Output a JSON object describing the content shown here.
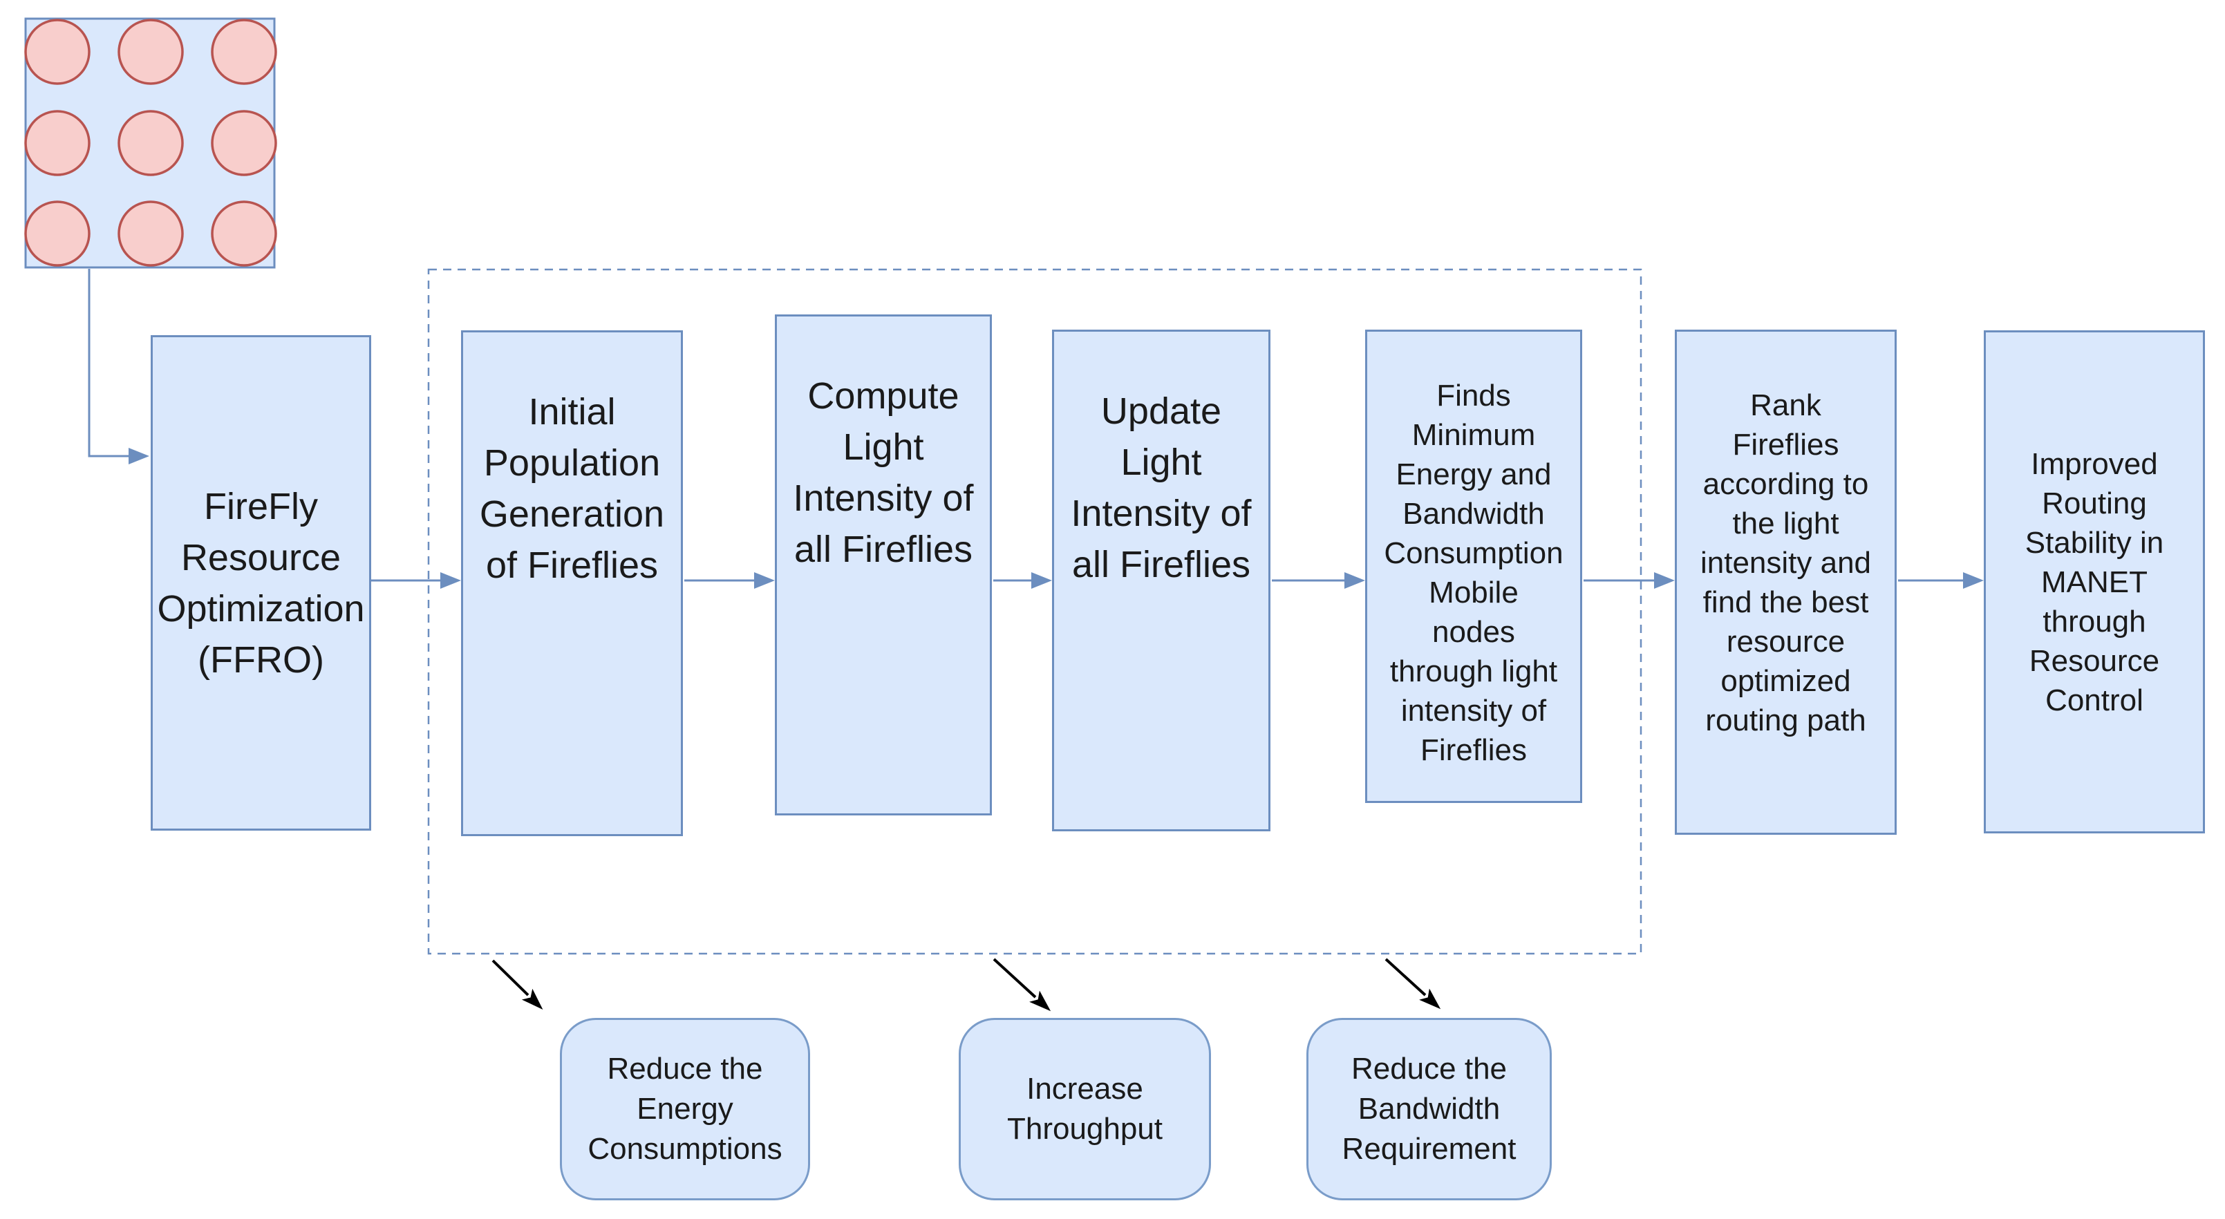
{
  "colors": {
    "background": "#ffffff",
    "box_fill": "#dae8fc",
    "box_stroke": "#6c8ebf",
    "obox_stroke": "#7a9cc9",
    "grid_fill": "#dae8fc",
    "node_fill": "#f8cecc",
    "node_stroke": "#b85450",
    "arrow_black": "#000000",
    "text": "#1a1a1a"
  },
  "grid_icon": {
    "rows": 3,
    "cols": 3,
    "description": "network-nodes-grid"
  },
  "process_boxes": [
    {
      "name": "ffro",
      "text": "FireFly\nResource\nOptimization\n(FFRO)"
    },
    {
      "name": "initial-population",
      "text": "Initial\nPopulation\nGeneration\nof Fireflies"
    },
    {
      "name": "compute-light-intensity",
      "text": "Compute\nLight\nIntensity of\nall Fireflies"
    },
    {
      "name": "update-light-intensity",
      "text": "Update\nLight\nIntensity of\nall Fireflies"
    },
    {
      "name": "find-minimum-consumption",
      "text": "Finds\nMinimum\nEnergy and\nBandwidth\nConsumption\nMobile\nnodes\nthrough light\nintensity of\nFireflies"
    },
    {
      "name": "rank-fireflies",
      "text": "Rank\nFireflies\naccording to\nthe light\nintensity and\nfind the best\nresource\noptimized\nrouting path"
    },
    {
      "name": "improved-routing-stability",
      "text": "Improved\nRouting\nStability in\nMANET\nthrough\nResource\nControl"
    }
  ],
  "outcome_boxes": [
    {
      "name": "reduce-energy",
      "text": "Reduce the\nEnergy\nConsumptions"
    },
    {
      "name": "increase-throughput",
      "text": "Increase\nThroughput"
    },
    {
      "name": "reduce-bandwidth",
      "text": "Reduce the\nBandwidth\nRequirement"
    }
  ]
}
